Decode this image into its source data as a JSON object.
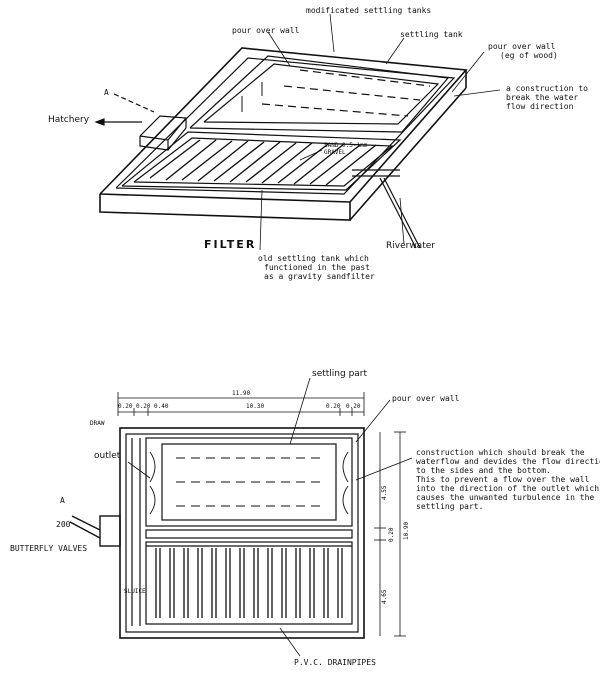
{
  "top_view": {
    "labels": {
      "modificated_tanks": "modificated settling tanks",
      "pour_over_wall_left": "pour over wall",
      "settling_tank": "settling tank",
      "pour_over_wall_right_1": "pour over wall",
      "pour_over_wall_right_2": "(eg of wood)",
      "construction_1": "a construction to",
      "construction_2": "break the water",
      "construction_3": "flow direction",
      "hatchery": "Hatchery",
      "marker_a": "A",
      "sand_1": "SAND 0.5-1mm",
      "sand_2": "GRAVEL",
      "filter": "FILTER",
      "riverwater": "Riverwater",
      "old_tank_1": "old settling tank which",
      "old_tank_2": "functioned in the past",
      "old_tank_3": "as a gravity sandfilter"
    }
  },
  "plan_view": {
    "labels": {
      "settling_part": "settling part",
      "pour_over_wall": "pour over wall",
      "total_width": "11.90",
      "dim_1": "0.20",
      "dim_2": "0.20",
      "dim_3": "0.40",
      "dim_4": "10.30",
      "dim_5": "0.20",
      "dim_6": "0.20",
      "draw": "DRAW",
      "outlet": "outlet",
      "marker_a": "A",
      "pipe_size": "200",
      "butterfly": "BUTTERFLY VALVES",
      "sluice": "SLUICE",
      "pvc": "P.V.C. DRAINPIPES",
      "height_total": "10.90",
      "height_upper": "4.55",
      "height_lower": "4.65",
      "height_mid": "0.20",
      "note_1": "construction which should break the",
      "note_2": "waterflow and devides the flow direction",
      "note_3": "to the sides and the bottom.",
      "note_4": "This to prevent a flow over the wall",
      "note_5": "into the direction of the outlet which",
      "note_6": "causes the unwanted turbulence in the",
      "note_7": "settling part."
    }
  }
}
